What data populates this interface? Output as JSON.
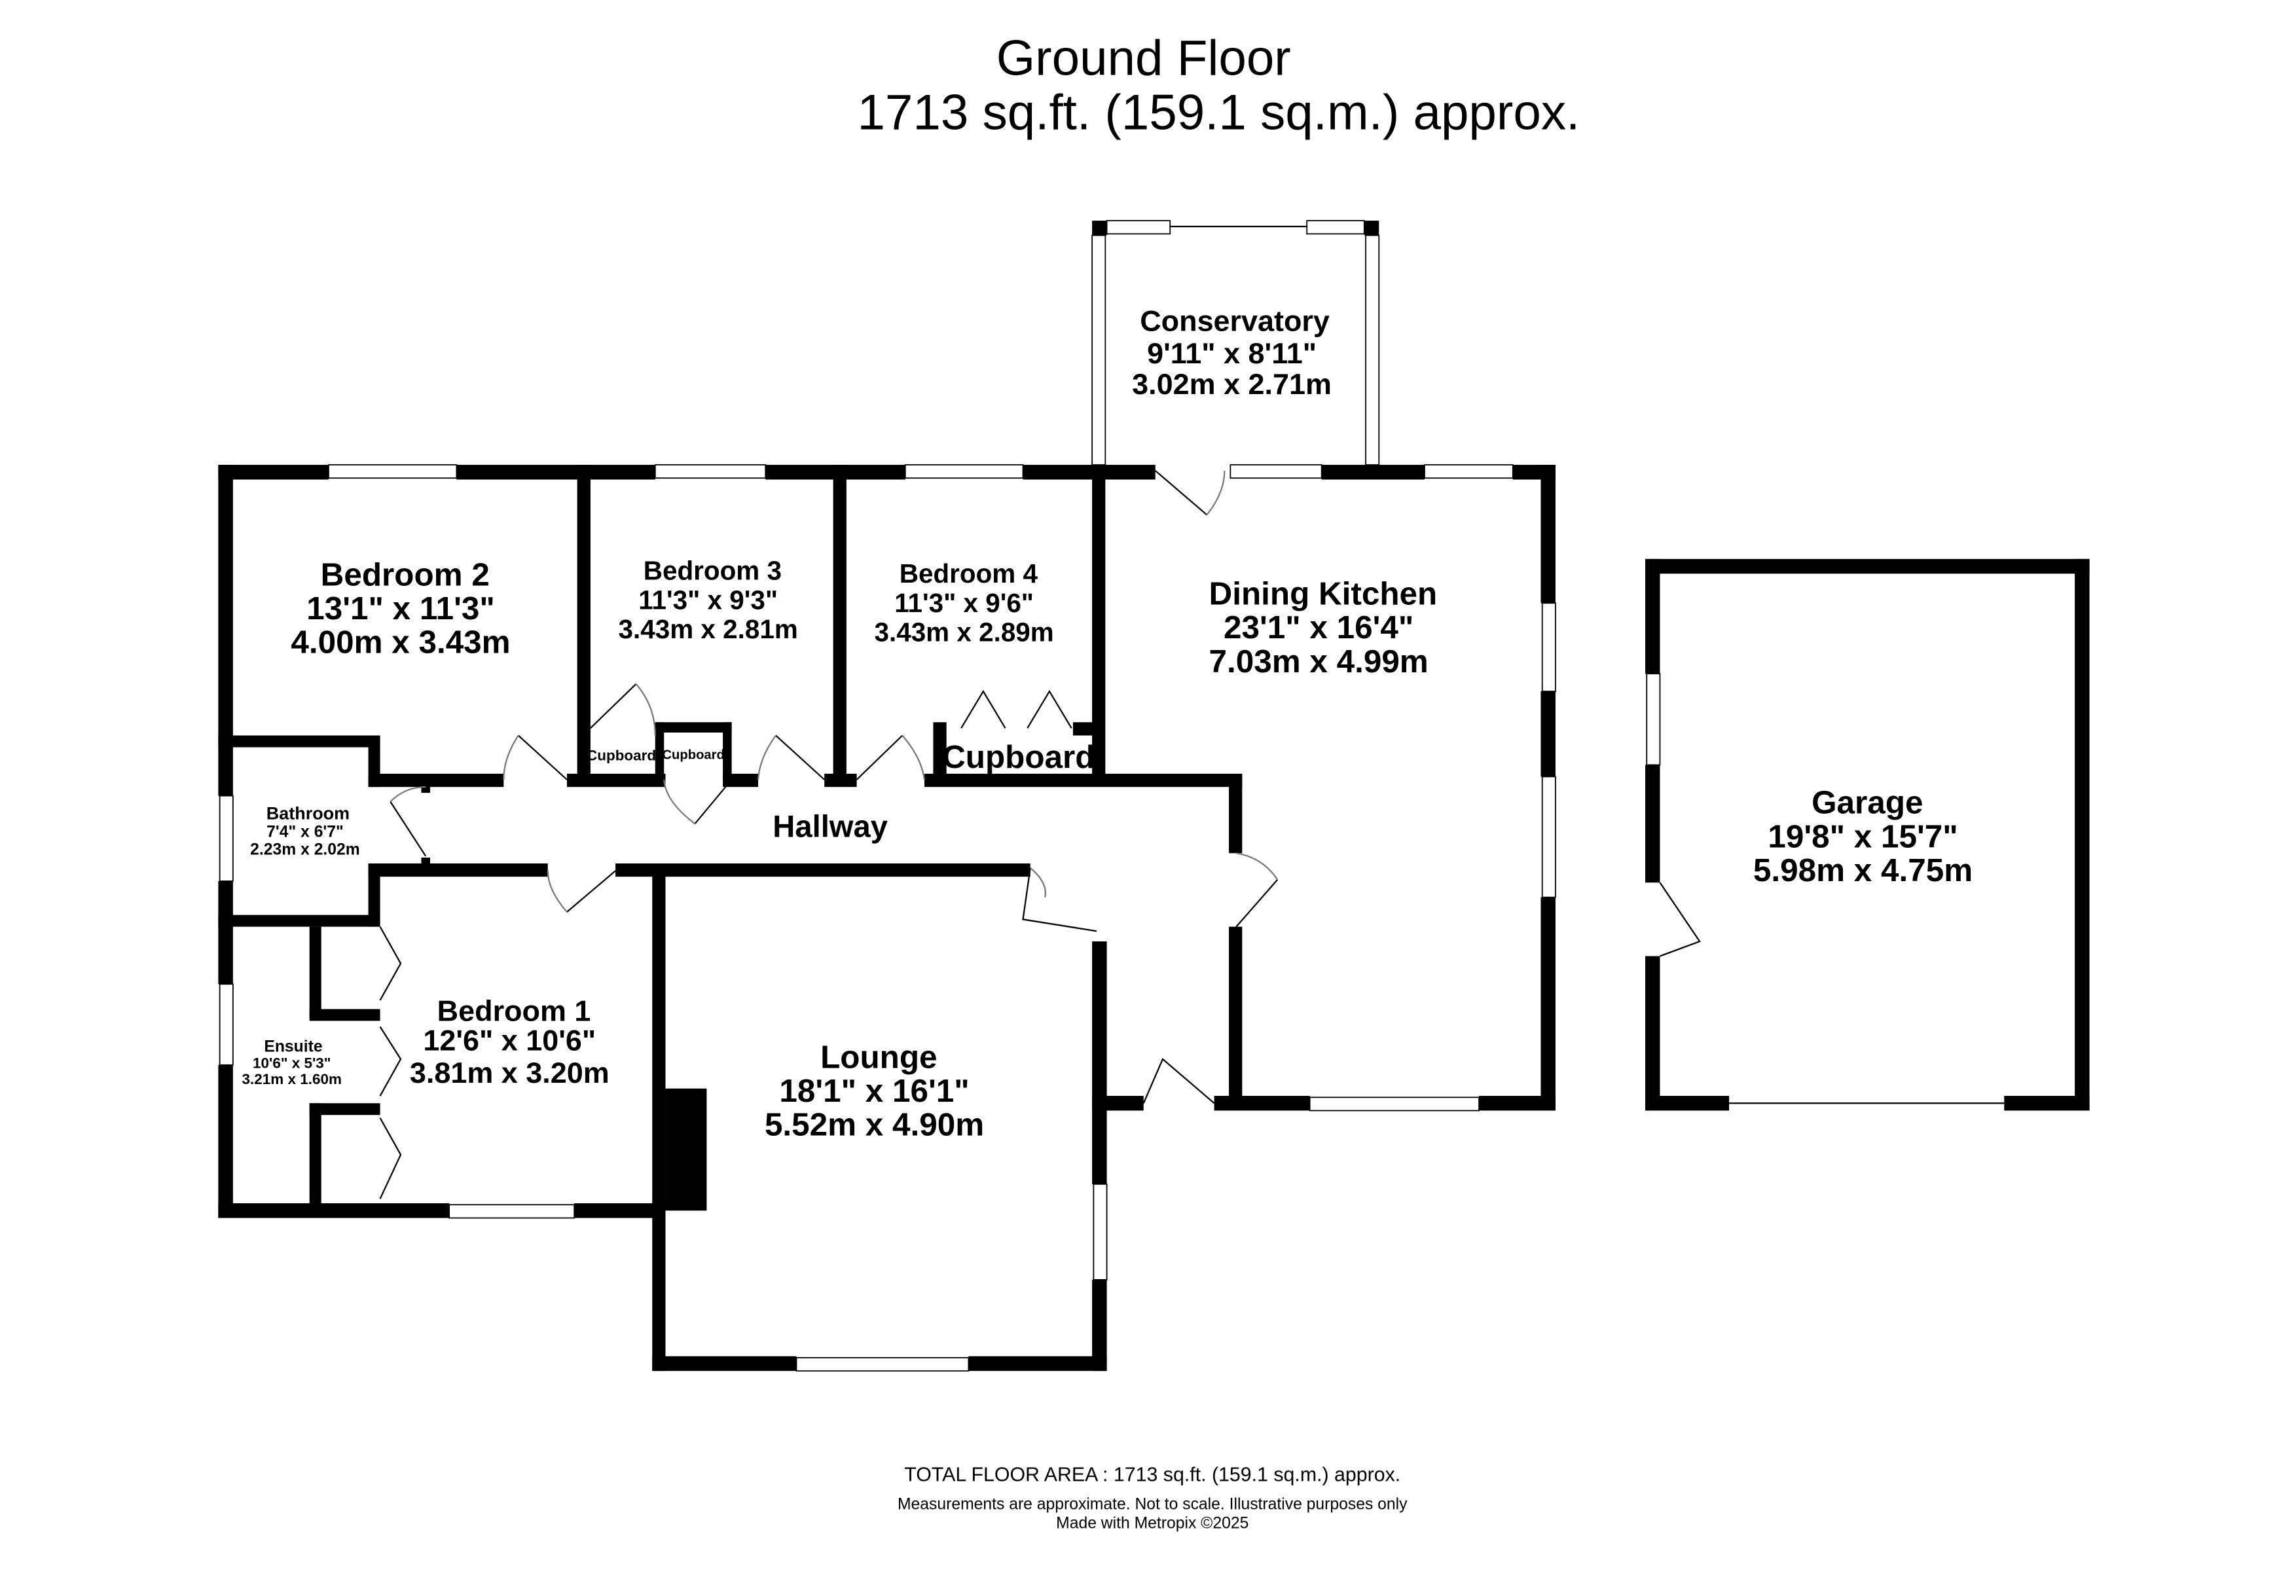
{
  "header": {
    "title": "Ground Floor",
    "area": "1713 sq.ft. (159.1 sq.m.) approx."
  },
  "rooms": {
    "conservatory": {
      "name": "Conservatory",
      "imperial": "9'11\"  x 8'11\"",
      "metric": "3.02m  x 2.71m"
    },
    "bedroom2": {
      "name": "Bedroom 2",
      "imperial": "13'1\"  x 11'3\"",
      "metric": "4.00m  x 3.43m"
    },
    "bedroom3": {
      "name": "Bedroom 3",
      "imperial": "11'3\"  x 9'3\"",
      "metric": "3.43m  x 2.81m"
    },
    "bedroom4": {
      "name": "Bedroom 4",
      "imperial": "11'3\"  x 9'6\"",
      "metric": "3.43m  x 2.89m"
    },
    "dining_kitchen": {
      "name": "Dining Kitchen",
      "imperial": "23'1\"  x 16'4\"",
      "metric": "7.03m  x 4.99m"
    },
    "bathroom": {
      "name": "Bathroom",
      "imperial": "7'4\"  x 6'7\"",
      "metric": "2.23m  x 2.02m"
    },
    "hallway": {
      "name": "Hallway"
    },
    "bedroom1": {
      "name": "Bedroom 1",
      "imperial": "12'6\"  x 10'6\"",
      "metric": "3.81m  x 3.20m"
    },
    "ensuite": {
      "name": "Ensuite",
      "imperial": "10'6\"  x 5'3\"",
      "metric": "3.21m  x 1.60m"
    },
    "lounge": {
      "name": "Lounge",
      "imperial": "18'1\"  x 16'1\"",
      "metric": "5.52m  x 4.90m"
    },
    "garage": {
      "name": "Garage",
      "imperial": "19'8\"  x 15'7\"",
      "metric": "5.98m  x 4.75m"
    },
    "cupboard_a": {
      "name": "Cupboard"
    },
    "cupboard_b": {
      "name": "Cupboard"
    },
    "cupboard_c": {
      "name": "Cupboard"
    }
  },
  "footer": {
    "total": "TOTAL FLOOR AREA : 1713 sq.ft. (159.1 sq.m.) approx.",
    "disclaimer": "Measurements are approximate.  Not to scale.  Illustrative purposes only",
    "credit": "Made with Metropix ©2025"
  }
}
